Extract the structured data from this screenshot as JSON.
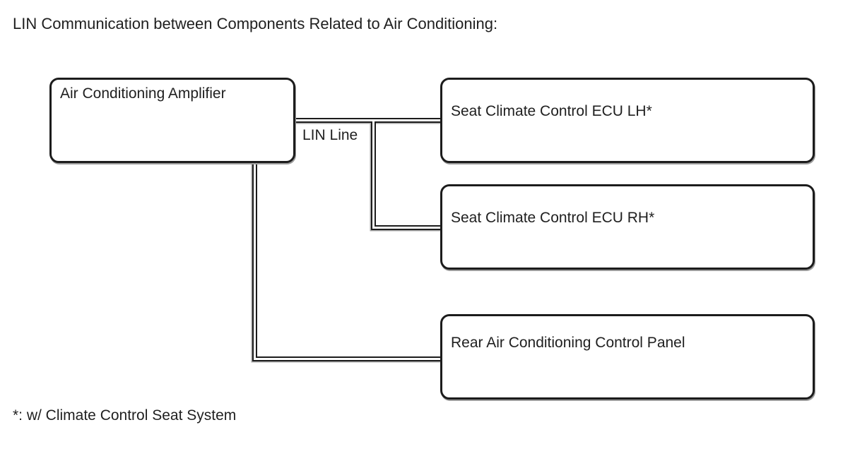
{
  "diagram": {
    "title": "LIN Communication between Components Related to Air Conditioning:",
    "bus_label": "LIN Line",
    "footnote": "*: w/ Climate Control Seat System",
    "nodes": [
      {
        "id": "air-conditioning-amplifier",
        "label": "Air Conditioning Amplifier"
      },
      {
        "id": "seat-climate-control-ecu-lh",
        "label": "Seat Climate Control ECU LH*"
      },
      {
        "id": "seat-climate-control-ecu-rh",
        "label": "Seat Climate Control ECU RH*"
      },
      {
        "id": "rear-air-conditioning-control-panel",
        "label": "Rear Air Conditioning Control Panel"
      }
    ],
    "colors": {
      "line": "#1c1c1c",
      "text": "#1f1f1f",
      "background": "#ffffff"
    }
  }
}
